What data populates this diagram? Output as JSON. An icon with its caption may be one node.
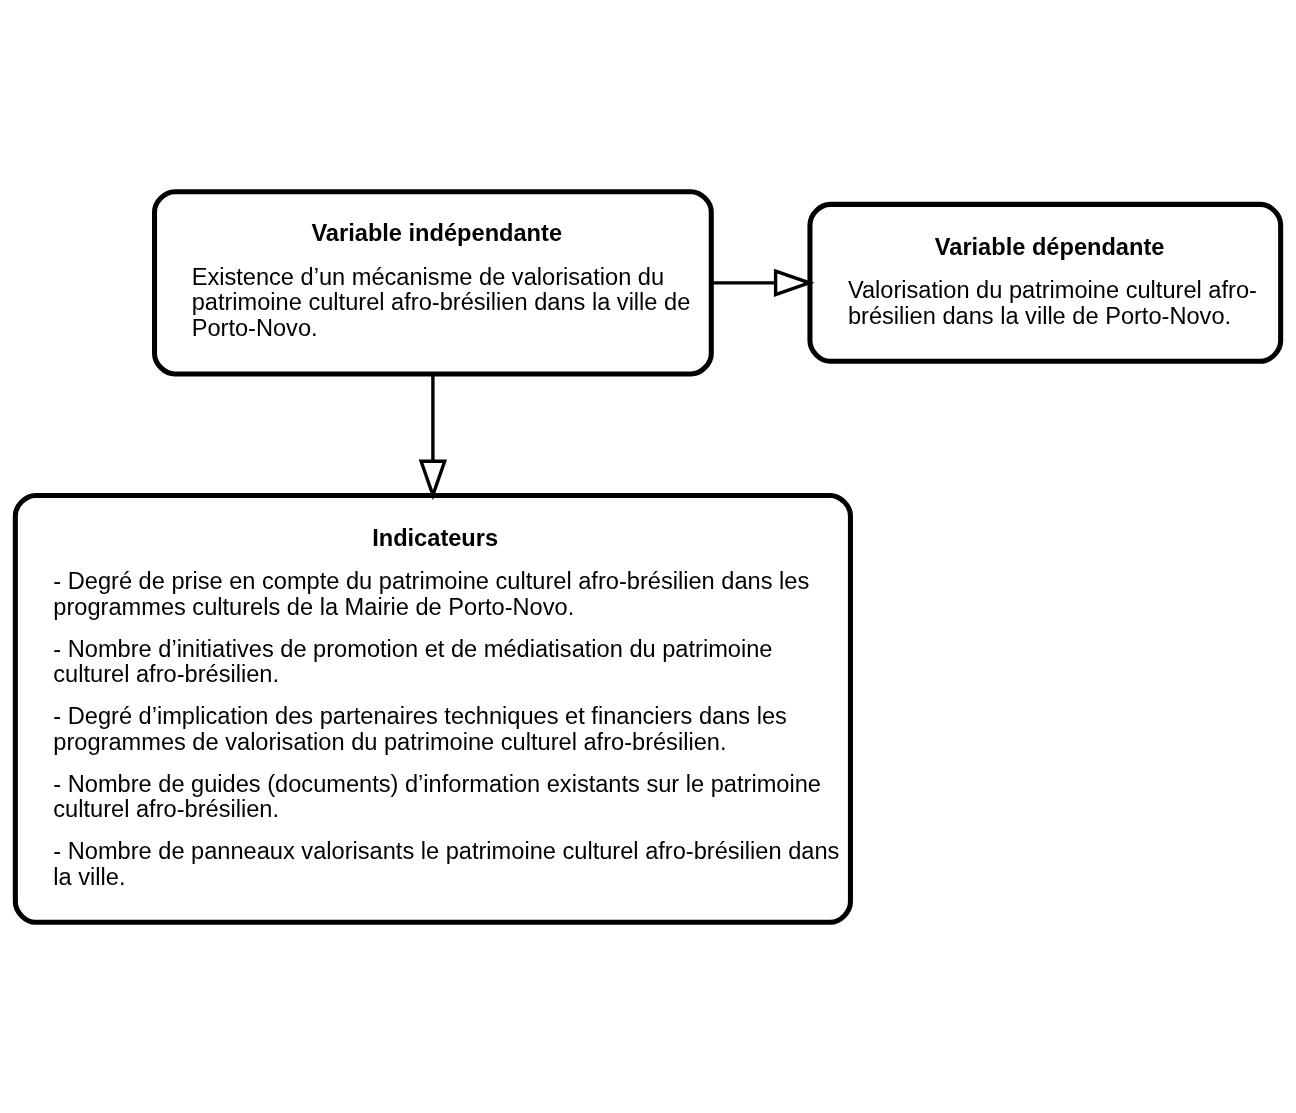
{
  "diagram": {
    "nodes": [
      {
        "text": [
          "Variable indépendante",
          "Existence d’un mécanisme de valorisation du patrimoine culturel afro-brésilien dans la ville de Porto-Novo."
        ]
      },
      {
        "text": [
          "Variable dépendante",
          "Valorisation du patrimoine culturel afro-brésilien dans la ville de Porto-Novo."
        ]
      },
      {
        "text": [
          "Indicateurs",
          "- Degré de prise en compte du patrimoine culturel afro-brésilien dans les programmes culturels de la Mairie de Porto-Novo.",
          "- Nombre d’initiatives de promotion et de médiatisation du patrimoine culturel afro-brésilien.",
          "- Degré d’implication des partenaires techniques et financiers dans les programmes de valorisation du patrimoine culturel afro-brésilien.",
          "- Nombre de guides (documents) d’information existants sur le patrimoine culturel afro-brésilien.",
          "- Nombre de panneaux valorisants le patrimoine culturel afro-brésilien dans la ville."
        ]
      }
    ],
    "edges": [
      {
        "from": 0,
        "to": 1,
        "arrow": "to"
      },
      {
        "from": 0,
        "to": 2,
        "arrow": "to"
      }
    ]
  }
}
